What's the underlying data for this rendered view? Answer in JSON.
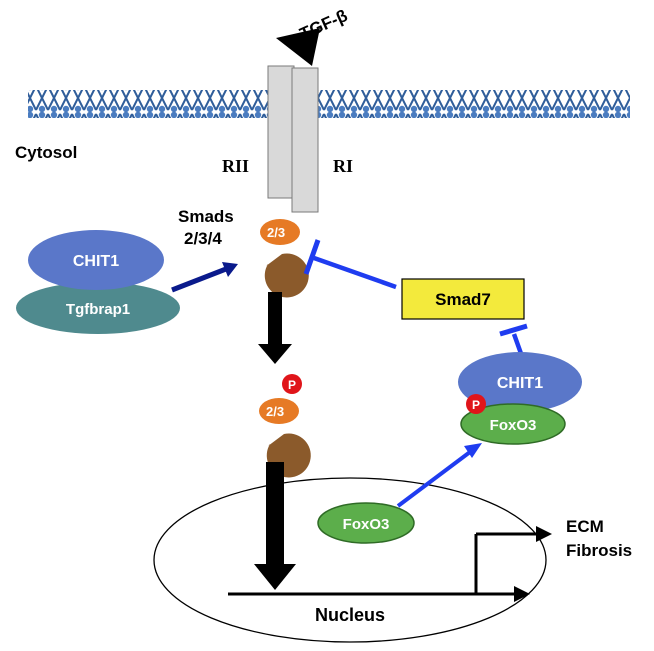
{
  "ligand": {
    "label": "TGF-β"
  },
  "compartments": {
    "cytosol": "Cytosol",
    "nucleus": "Nucleus"
  },
  "receptors": {
    "rii": "RII",
    "ri": "RI"
  },
  "smads": {
    "group_label_line1": "Smads",
    "group_label_line2": "2/3/4",
    "smad23": "2/3",
    "smad4": "4"
  },
  "phospho": {
    "label": "P"
  },
  "proteins": {
    "chit1_left": "CHIT1",
    "tgfbrap1": "Tgfbrap1",
    "smad7": "Smad7",
    "chit1_right": "CHIT1",
    "foxo3_cyto": "FoxO3",
    "foxo3_nuc": "FoxO3"
  },
  "outputs": {
    "line1": "ECM",
    "line2": "Fibrosis"
  },
  "colors": {
    "membrane": "#3a69a8",
    "chit1": "#5a77c9",
    "tgfbrap1": "#4f8a8e",
    "smad23": "#e67a25",
    "smad4": "#8b5a2b",
    "phospho": "#e0151a",
    "foxo3": "#5cae4b",
    "smad7": "#f3ea3c",
    "inhibit": "#1f3cf0",
    "receptor": "#d9d9d9"
  }
}
